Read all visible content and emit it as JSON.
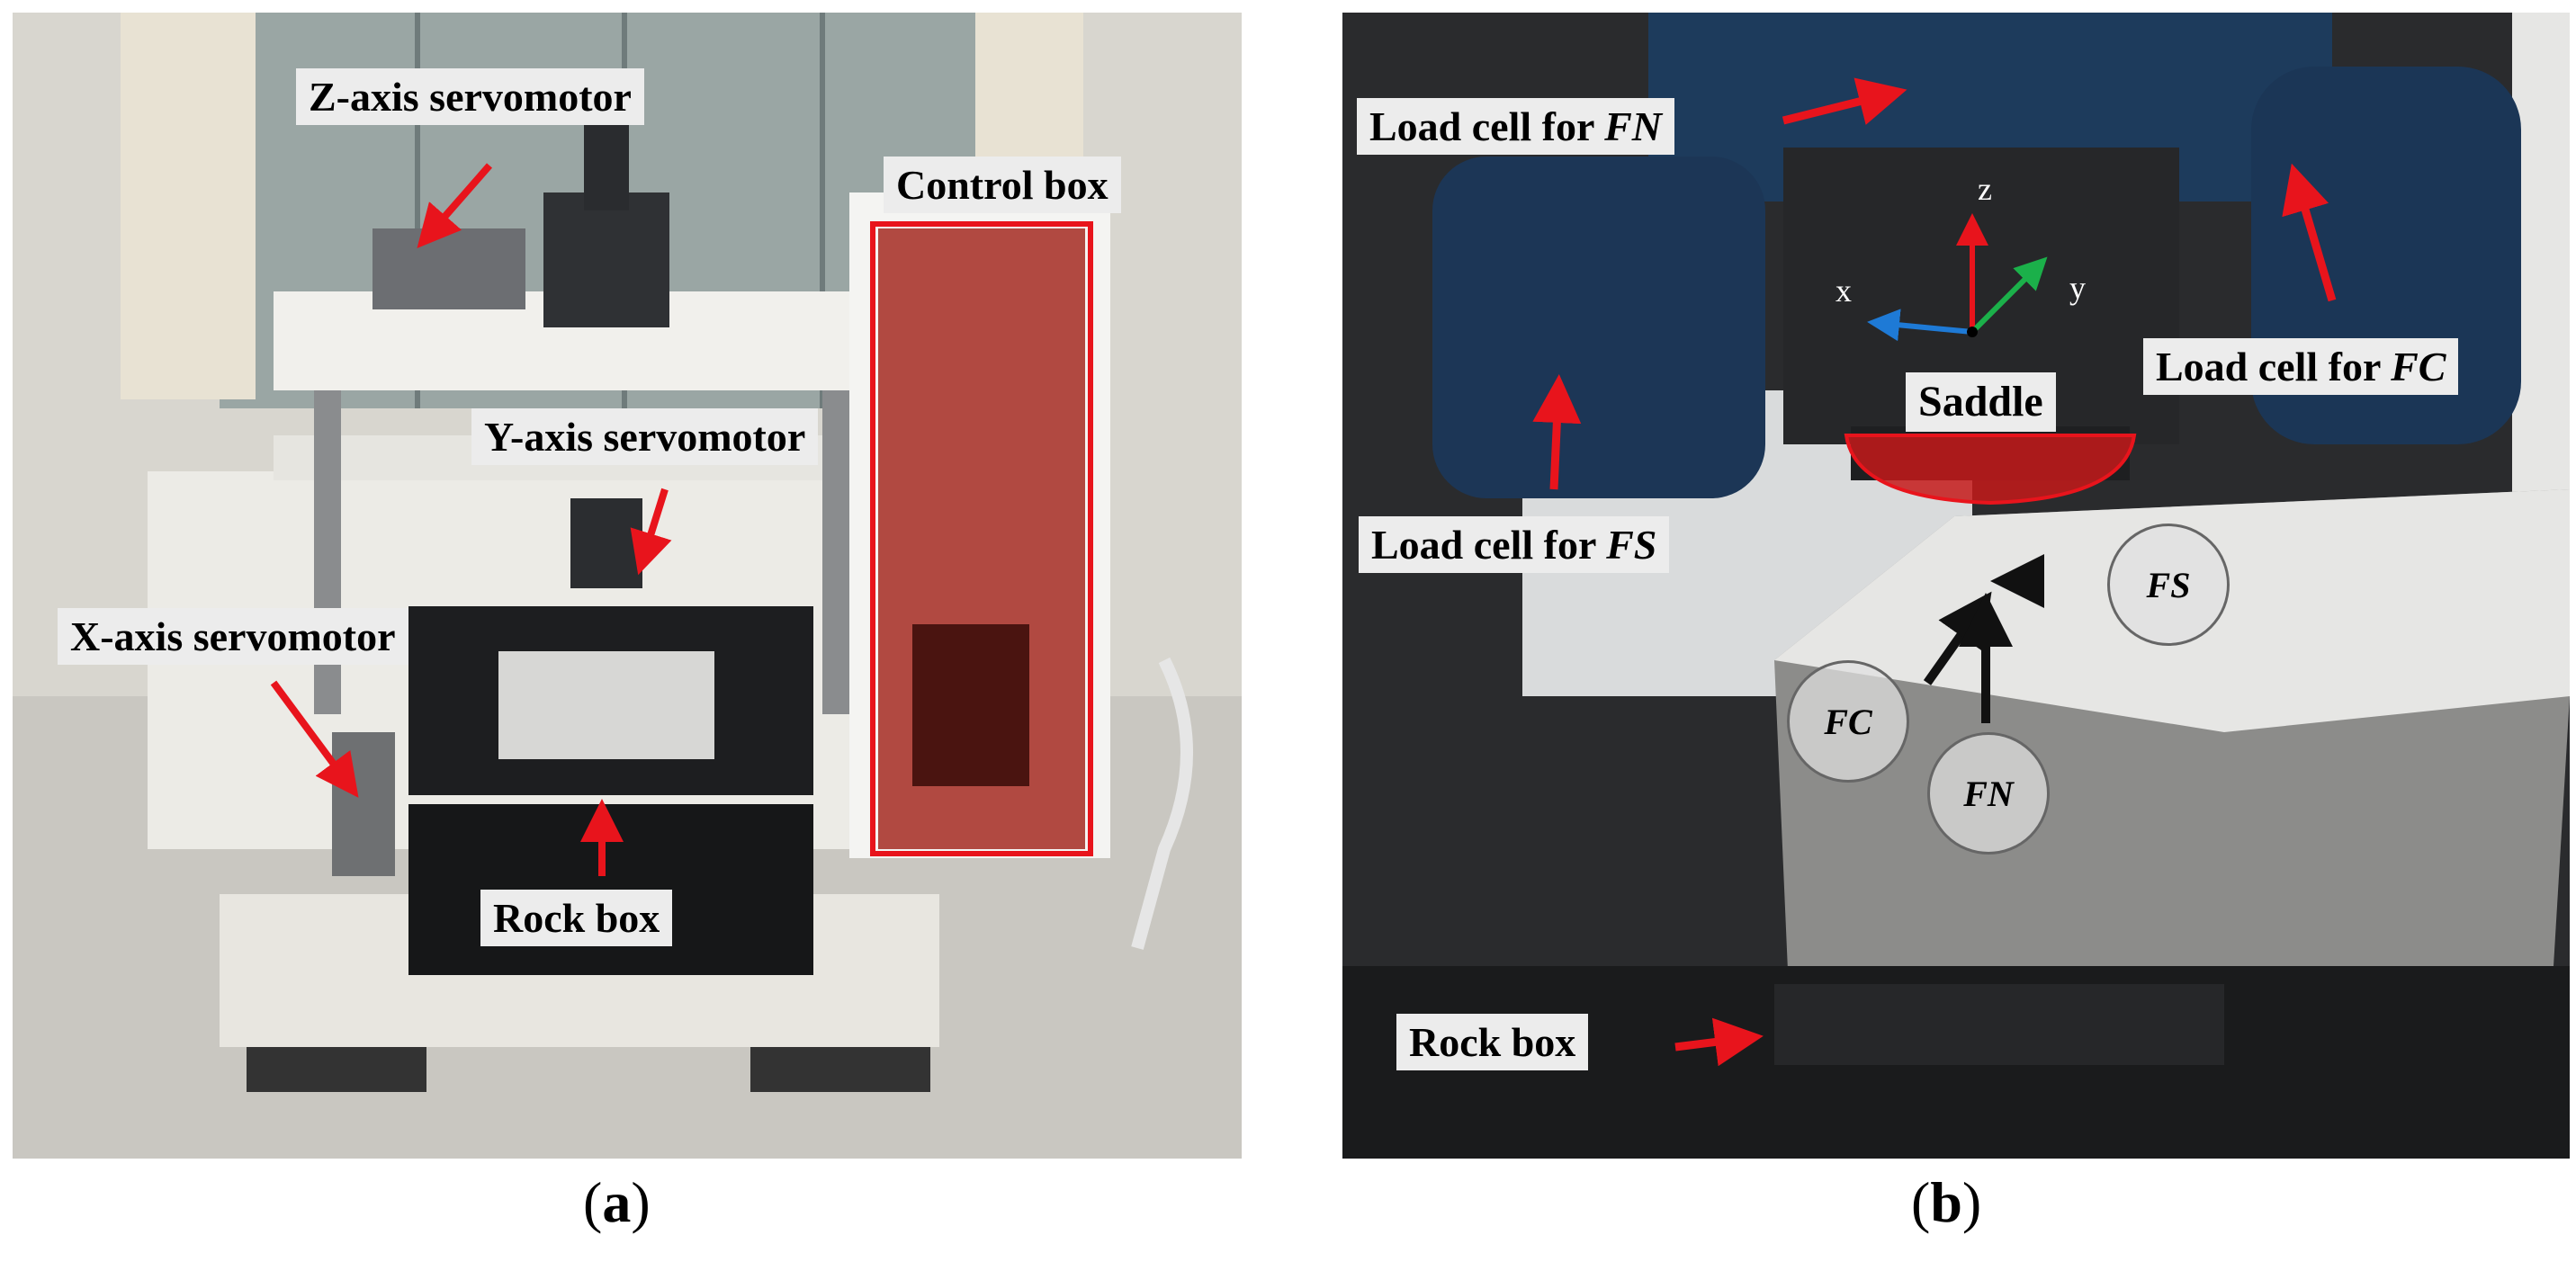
{
  "panel_a": {
    "caption_letter": "a",
    "labels": {
      "z_axis": "Z-axis servomotor",
      "control_box": "Control box",
      "y_axis": "Y-axis servomotor",
      "x_axis": "X-axis servomotor",
      "rock_box": "Rock box"
    }
  },
  "panel_b": {
    "caption_letter": "b",
    "labels": {
      "fn_prefix": "Load cell for ",
      "fn_sym": "FN",
      "fc_prefix": "Load cell for ",
      "fc_sym": "FC",
      "fs_prefix": "Load cell for ",
      "fs_sym": "FS",
      "saddle": "Saddle",
      "rock_box": "Rock box"
    },
    "axes": {
      "x": "x",
      "y": "y",
      "z": "z"
    },
    "forces": {
      "fs": "FS",
      "fc": "FC",
      "fn": "FN"
    }
  },
  "colors": {
    "annotation": "#e8141c",
    "label_bg": "#ececec"
  }
}
